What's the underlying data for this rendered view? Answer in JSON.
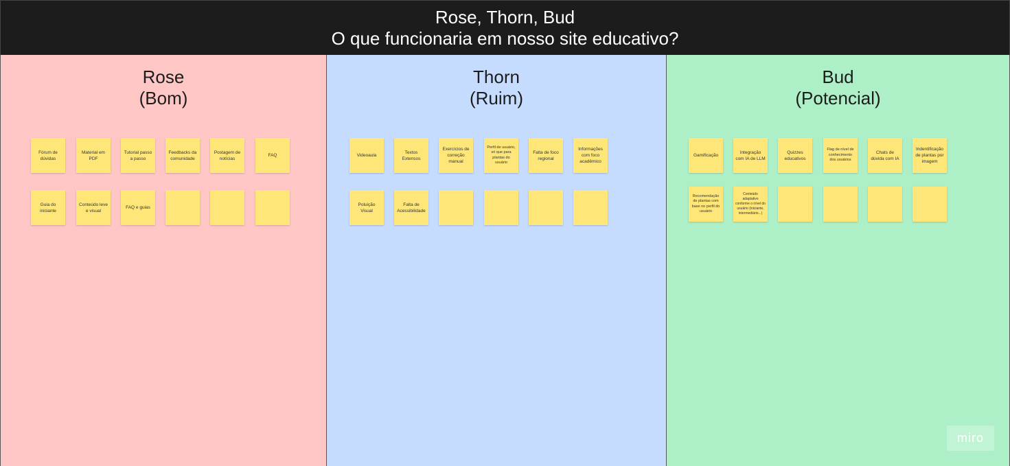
{
  "header": {
    "title": "Rose, Thorn, Bud",
    "subtitle": "O que funcionaria em nosso site educativo?"
  },
  "columns": {
    "rose": {
      "title_line1": "Rose",
      "title_line2": "(Bom)",
      "color": "#ffc6c6",
      "notes": [
        "Fórum de dúvidas",
        "Material em PDF",
        "Tutorial passo a passo",
        "Feedbacks da comunidade",
        "Postagem de notícias",
        "FAQ",
        "Guia do iniciante",
        "Conteúdo leve e visual",
        "FAQ e guias",
        "",
        "",
        ""
      ]
    },
    "thorn": {
      "title_line1": "Thorn",
      "title_line2": "(Ruim)",
      "color": "#c6dcff",
      "notes": [
        "Videoaula",
        "Textos Extensos",
        "Exercícios de correção manual",
        "Perfil de usuário, só que para plantas do usuário",
        "Falta de foco regional",
        "Informações com foco acadêmico",
        "Poluição Visual",
        "Falta de Acessibilidade",
        "",
        "",
        "",
        ""
      ]
    },
    "bud": {
      "title_line1": "Bud",
      "title_line2": "(Potencial)",
      "color": "#adf0c7",
      "notes": [
        "Gamificação",
        "Integração com IA de LLM",
        "Quizzes educativos",
        "Flag de nível de conhecimento dos usuários",
        "Chats de dúvida com IA",
        "Indentificação de plantas por imagem",
        "Recomendação de plantas com base no perfil do usuário",
        "Conteúdo adaptativo conforme o nível do usuário (iniciante, intermediário...)",
        "",
        "",
        "",
        ""
      ]
    }
  },
  "sticky_color": "#fee678",
  "branding": {
    "logo_text": "miro"
  }
}
